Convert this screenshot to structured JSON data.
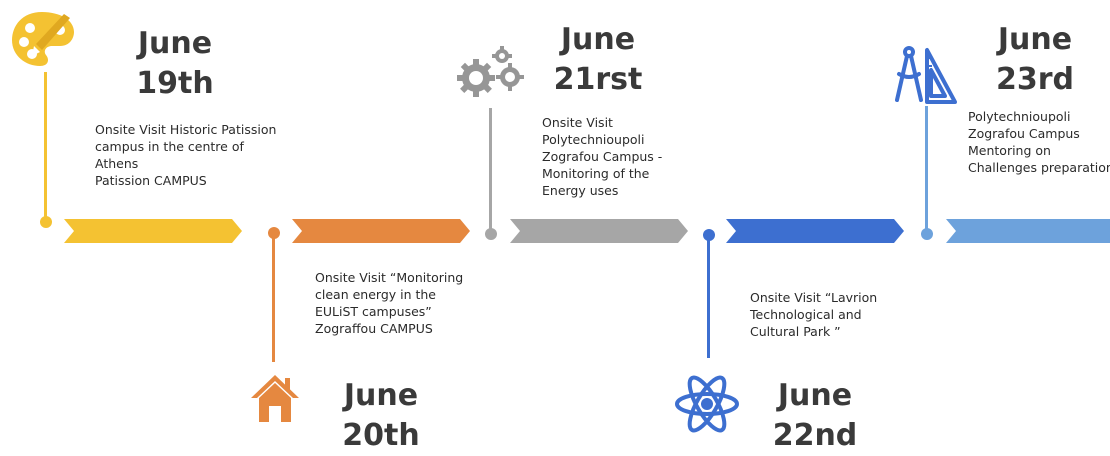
{
  "colors": {
    "yellow": "#f4c232",
    "orange": "#e58840",
    "gray": "#a6a6a6",
    "gray_dark": "#969696",
    "blue_dark": "#3d6fd0",
    "blue_light": "#6da2dc"
  },
  "milestones": [
    {
      "date_line1": "June",
      "date_line2": "19th",
      "description": "Onsite Visit Historic Patission\ncampus in the centre of\nAthens\nPatission CAMPUS",
      "icon": "palette-icon"
    },
    {
      "date_line1": "June",
      "date_line2": "20th",
      "description": "Onsite Visit “Monitoring\nclean energy in the\nEULiST campuses”\nZograffou CAMPUS",
      "icon": "house-icon"
    },
    {
      "date_line1": "June",
      "date_line2": "21rst",
      "description": "Onsite Visit\nPolytechnioupoli\nZografou Campus -\nMonitoring of the\nEnergy uses",
      "icon": "gears-icon"
    },
    {
      "date_line1": "June",
      "date_line2": "22nd",
      "description": "Onsite Visit “Lavrion\nTechnological and\nCultural Park ”",
      "icon": "atom-icon"
    },
    {
      "date_line1": "June",
      "date_line2": "23rd",
      "description": "Polytechnioupoli\nZografou Campus\nMentoring on\nChallenges preparation",
      "icon": "compass-ruler-icon"
    }
  ]
}
